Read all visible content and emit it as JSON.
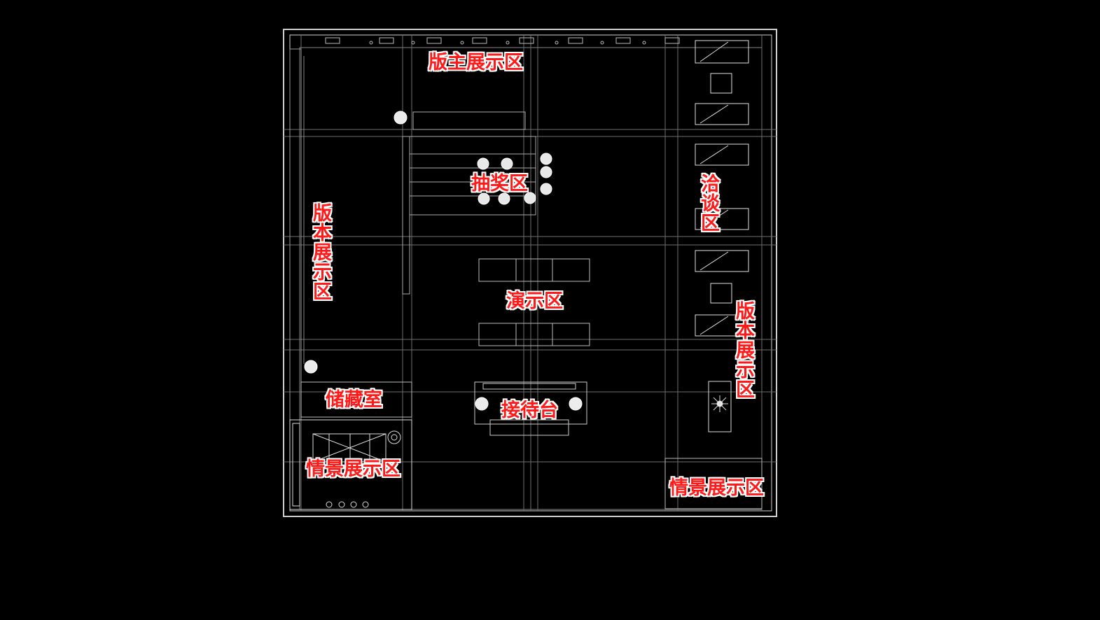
{
  "floor_plan": {
    "zones": {
      "banzhu_display": {
        "label": "版主展示区"
      },
      "lottery": {
        "label": "抽奖区"
      },
      "negotiation": {
        "label": "洽谈区"
      },
      "version_display_left": {
        "label": "版本展示区"
      },
      "demo": {
        "label": "演示区"
      },
      "version_display_right": {
        "label": "版本展示区"
      },
      "storage": {
        "label": "储藏室"
      },
      "reception": {
        "label": "接待台"
      },
      "scene_display_left": {
        "label": "情景展示区"
      },
      "scene_display_right": {
        "label": "情景展示区"
      }
    },
    "colors": {
      "background": "#000000",
      "linework": "#d8d8d8",
      "label": "#ff1a1a",
      "label_outline": "#ffffff"
    }
  }
}
